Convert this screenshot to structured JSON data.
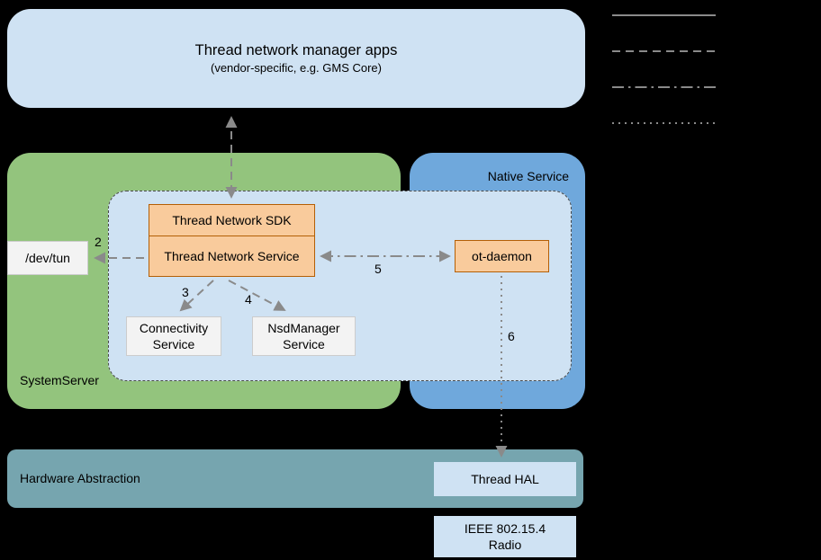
{
  "colors": {
    "background": "#000000",
    "light_blue": "#cfe2f3",
    "green": "#93c47d",
    "blue": "#6fa8dc",
    "teal": "#76a5af",
    "orange": "#f9cb9c",
    "orange_border": "#b45f06",
    "gray_box": "#f3f3f3",
    "connector": "#8a8a8a"
  },
  "apps": {
    "title": "Thread network manager apps",
    "subtitle": "(vendor-specific, e.g. GMS Core)"
  },
  "system_server": {
    "label": "SystemServer"
  },
  "native_service": {
    "label": "Native Service"
  },
  "stack": {
    "sdk_label": "Thread Network SDK",
    "service_label": "Thread Network Service",
    "connectivity_label": "Connectivity Service",
    "nsd_label": "NsdManager Service",
    "ot_daemon_label": "ot-daemon",
    "dev_tun_label": "/dev/tun"
  },
  "hardware": {
    "label": "Hardware Abstraction",
    "thread_hal_label": "Thread HAL",
    "radio_label": "IEEE 802.15.4 Radio"
  },
  "connector_labels": {
    "c2": "2",
    "c3": "3",
    "c4": "4",
    "c5": "5",
    "c6": "6"
  }
}
